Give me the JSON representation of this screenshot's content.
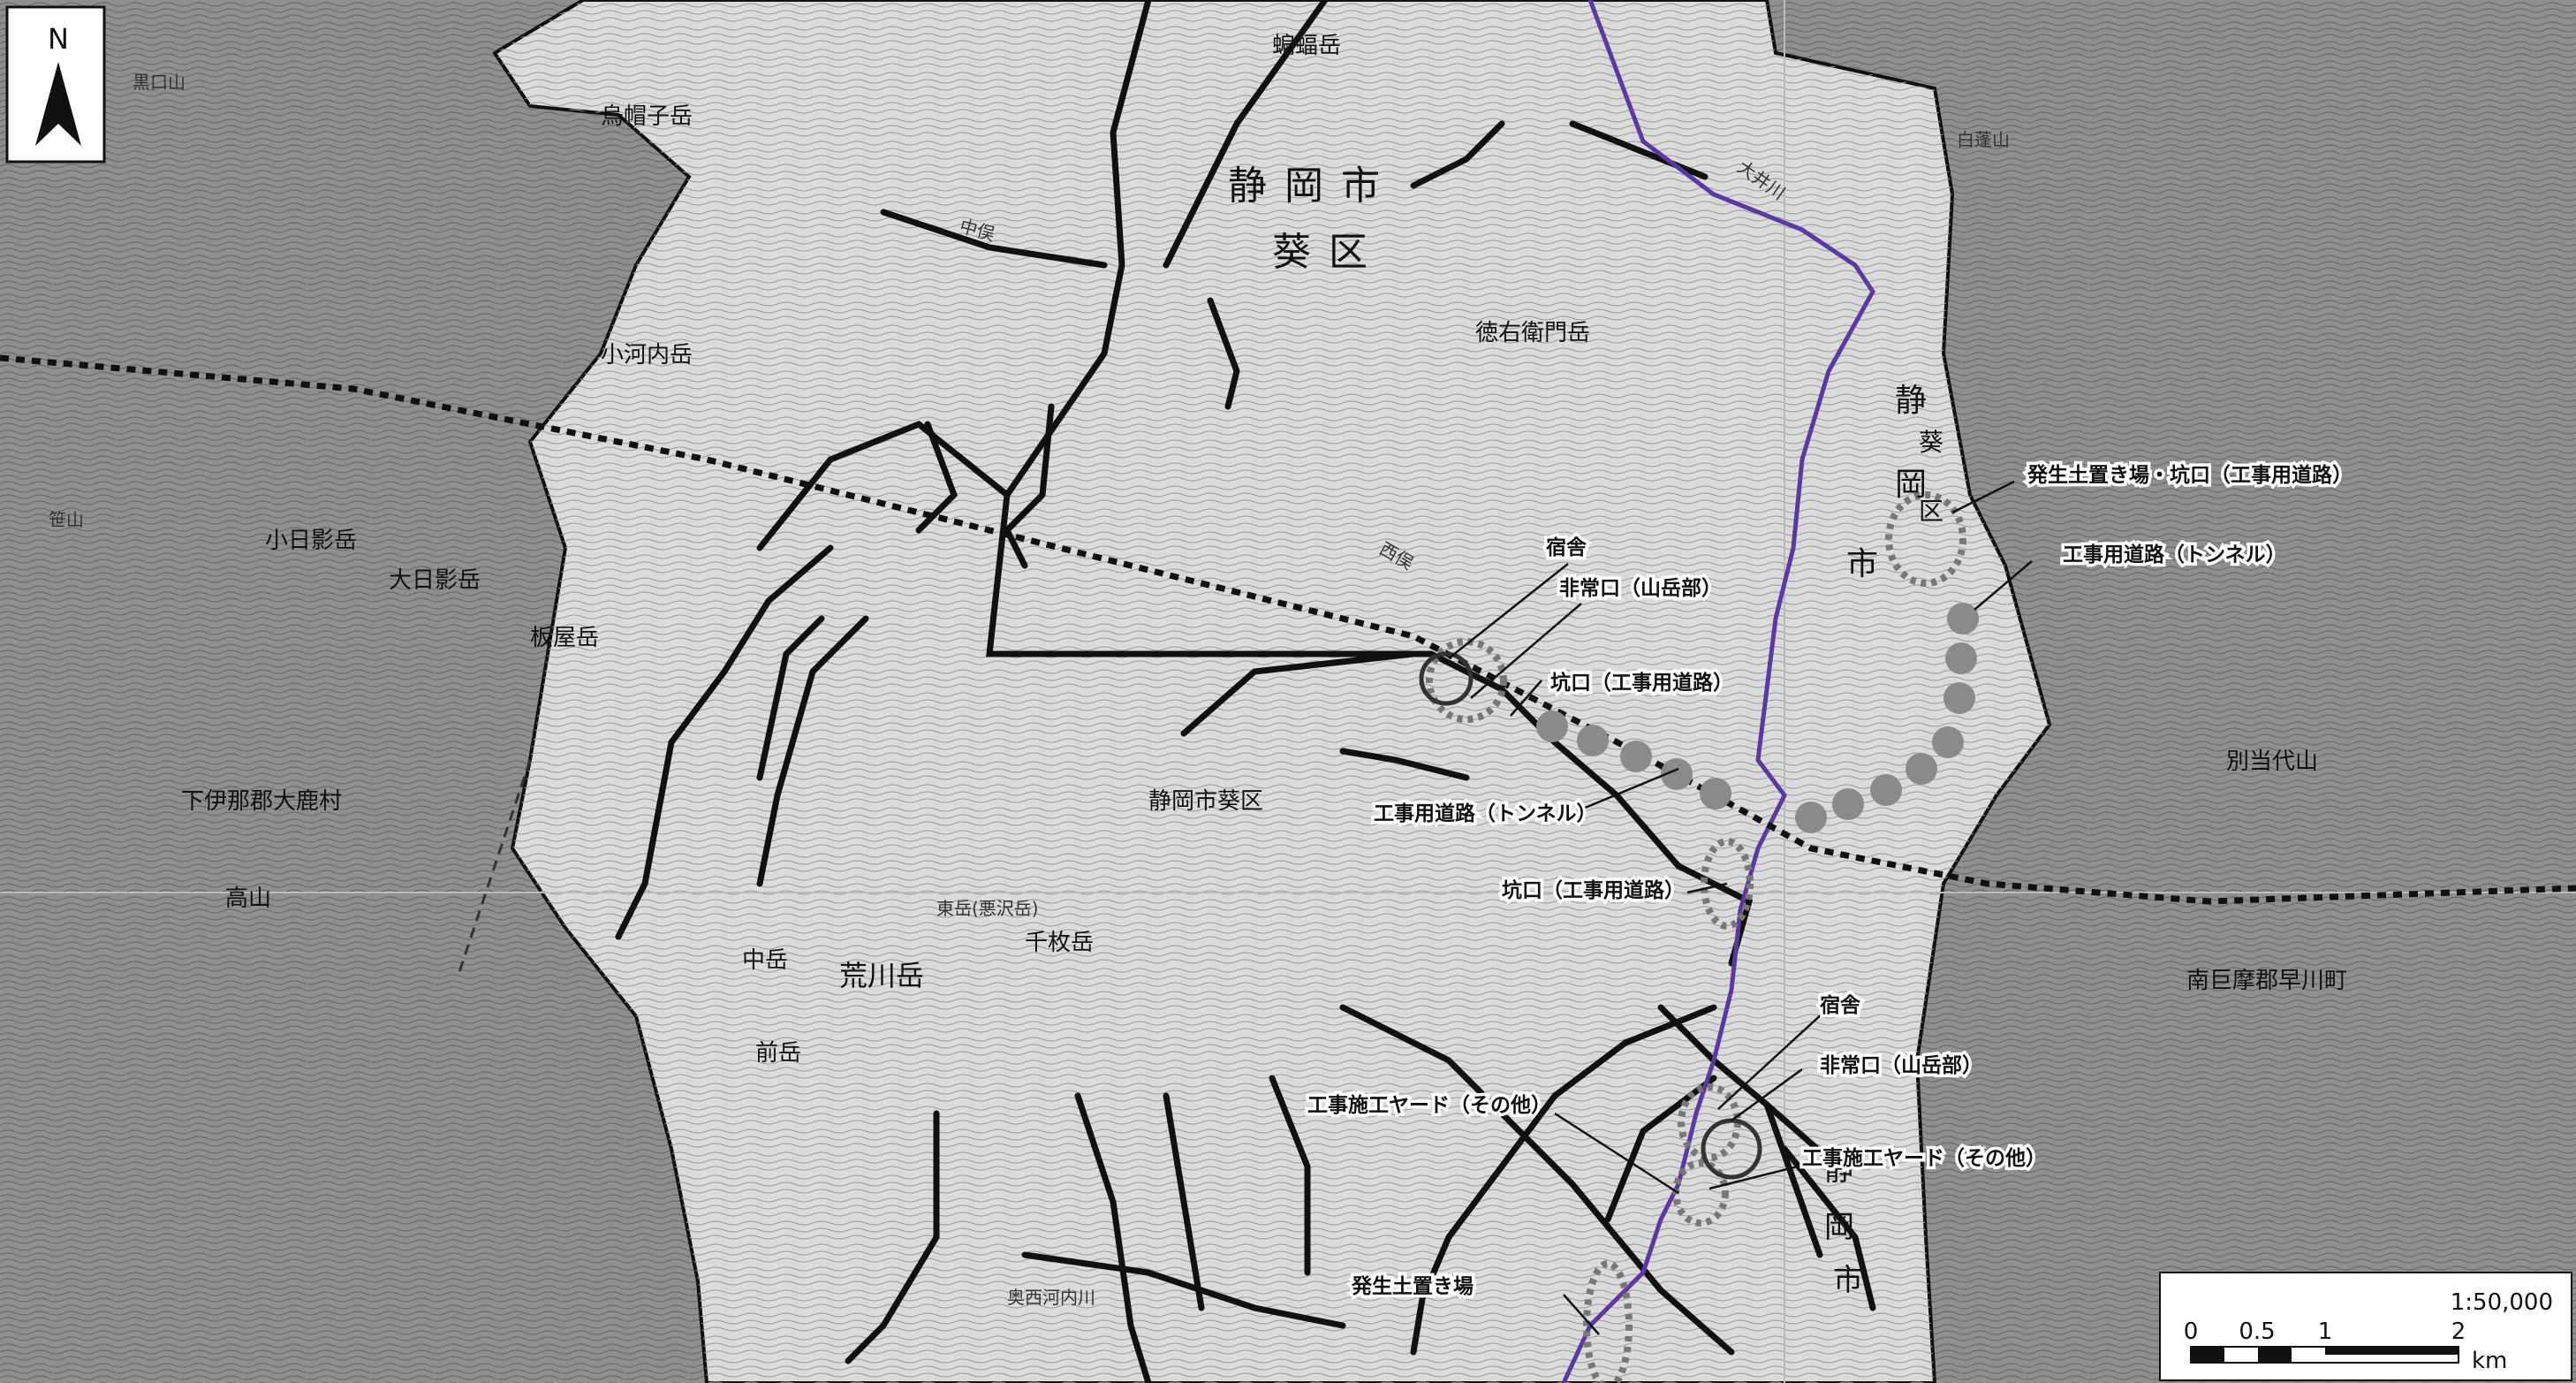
{
  "north_label": "N",
  "admin_labels": {
    "city_big": "静岡市",
    "ward_big": "葵区",
    "shizuoka_aoi": "静岡市葵区",
    "shimoina": "下伊那郡大鹿村",
    "minamikoma": "南巨摩郡早川町",
    "east_shizu": "静",
    "east_aoi": "葵",
    "east_oka": "岡",
    "east_ku": "区",
    "east_shi": "市",
    "south_shizu": "静",
    "south_oka": "岡",
    "south_shi": "市"
  },
  "peaks": {
    "p1": "黒口山",
    "p2": "烏帽子岳",
    "p3": "小河内岳",
    "p4": "小日影岳",
    "p5": "大日影岳",
    "p6": "板屋岳",
    "p7": "徳右衛門岳",
    "p8": "蝙蝠岳",
    "p9": "前岳",
    "p10": "荒川岳",
    "p11": "中岳",
    "p12": "東岳(悪沢岳)",
    "p13": "千枚岳",
    "p14": "別当代山",
    "p15": "高山",
    "p16": "白蓬山",
    "p17": "笹山"
  },
  "rivers": {
    "oi": "大井川",
    "west_mata": "西俣",
    "naka_mata": "中俣",
    "okunishi": "奥西河内川"
  },
  "annotations": {
    "a1": "宿舎",
    "a2": "非常口（山岳部）",
    "a3": "坑口（工事用道路）",
    "a4": "工事用道路（トンネル）",
    "a5": "坑口（工事用道路）",
    "a6": "発生土置き場・坑口（工事用道路）",
    "a7": "工事用道路（トンネル）",
    "a8": "宿舎",
    "a9": "非常口（山岳部）",
    "a10": "工事施工ヤード（その他）",
    "a11": "工事施工ヤード（その他）",
    "a12": "発生土置き場"
  },
  "scale": {
    "ratio": "1:50,000",
    "tick0": "0",
    "tick1": "0.5",
    "tick2": "1",
    "tick3": "2",
    "unit": "km"
  },
  "colors": {
    "outside": "#8f8f8f",
    "inside": "#dadada",
    "river": "#111111",
    "oi_river": "#5a3aa0",
    "line": "#111111",
    "tunnel_dot": "#8a8a8a"
  }
}
